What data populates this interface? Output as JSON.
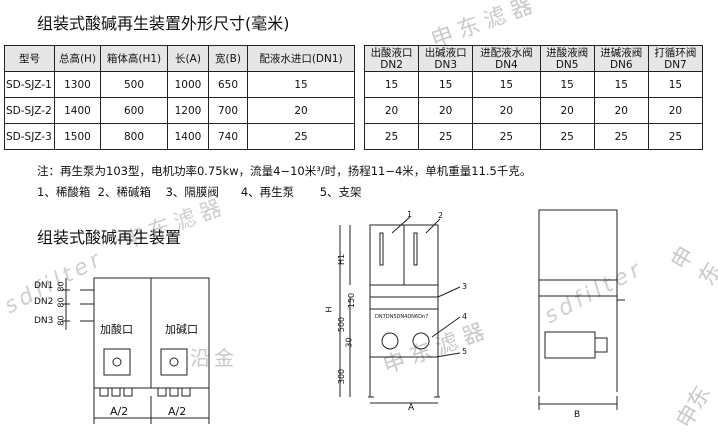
{
  "title_main": "组装式酸碱再生装置外形尺寸(毫米)",
  "table_left": {
    "headers": [
      "型号",
      "总高(H)",
      "箱体高(H1)",
      "长(A)",
      "宽(B)",
      "配液水进口(DN1)"
    ],
    "rows": [
      [
        "SD-SJZ-1",
        "1300",
        "500",
        "1000",
        "650",
        "15"
      ],
      [
        "SD-SJZ-2",
        "1400",
        "600",
        "1200",
        "700",
        "20"
      ],
      [
        "SD-SJZ-3",
        "1500",
        "800",
        "1400",
        "740",
        "25"
      ]
    ]
  },
  "table_right": {
    "headers": [
      [
        "出酸液口",
        "DN2"
      ],
      [
        "出碱液口",
        "DN3"
      ],
      [
        "进配液水阀",
        "DN4"
      ],
      [
        "进酸液阀",
        "DN5"
      ],
      [
        "进碱液阀",
        "DN6"
      ],
      [
        "打循环阀",
        "DN7"
      ]
    ],
    "rows": [
      [
        "15",
        "15",
        "15",
        "15",
        "15",
        "15"
      ],
      [
        "20",
        "20",
        "20",
        "20",
        "20",
        "20"
      ],
      [
        "25",
        "25",
        "25",
        "25",
        "25",
        "25"
      ]
    ]
  },
  "note_line": "注：再生泵为103型，电机功率0.75kw，流量4−10米³/时，扬程11−4米，单机重量11.5千克。",
  "parts_line": "1、稀酸箱  2、稀碱箱    3、隔膜阀      4、再生泵       5、支架",
  "title_device": "组装式酸碱再生装置",
  "left_drawing": {
    "dn_labels": [
      "DN1",
      "DN2",
      "DN3"
    ],
    "dims": [
      "80",
      "80",
      "80"
    ],
    "tank_labels": [
      "加酸口",
      "加碱口"
    ],
    "bottom_dims": [
      "A/2",
      "A/2"
    ]
  },
  "mid_drawing": {
    "part_numbers": [
      "1",
      "2",
      "3",
      "4",
      "5"
    ],
    "dims": [
      "H1",
      "H",
      "150",
      "500",
      "30",
      "300"
    ],
    "width_label": "A",
    "valve_caption": "DN7DN5DN4DN6Dn7",
    "valve_small": "DN7DN5DN4DN6Dn7"
  },
  "right_drawing": {
    "width_label": "B"
  },
  "watermarks": [
    "申东滤器",
    "sdfilter",
    "申东",
    "沿金"
  ],
  "colors": {
    "header_bg": "#e6e6e6",
    "line": "#222222",
    "watermark": "#b7b7b7"
  }
}
